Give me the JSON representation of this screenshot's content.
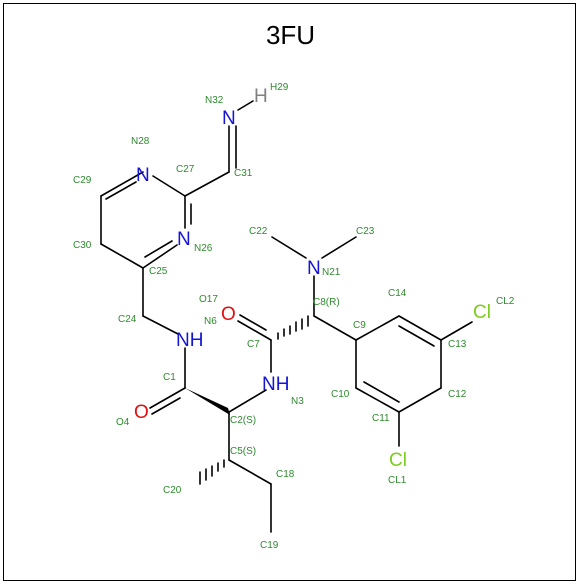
{
  "title": "3FU",
  "colors": {
    "bond": "#000000",
    "label": "#2e8b2e",
    "N": "#1414d4",
    "O": "#e01010",
    "Cl": "#7ccc1e",
    "H": "#808080"
  },
  "element_symbols": [
    {
      "id": "N32",
      "text": "N",
      "element": "N"
    },
    {
      "id": "H29",
      "text": "H",
      "element": "H"
    },
    {
      "id": "N28",
      "text": "N",
      "element": "N"
    },
    {
      "id": "N26",
      "text": "N",
      "element": "N"
    },
    {
      "id": "N21",
      "text": "N",
      "element": "N"
    },
    {
      "id": "O17",
      "text": "O",
      "element": "O"
    },
    {
      "id": "N6",
      "text": "NH",
      "element": "N"
    },
    {
      "id": "N3",
      "text": "NH",
      "element": "N"
    },
    {
      "id": "O4",
      "text": "O",
      "element": "O"
    },
    {
      "id": "CL2",
      "text": "Cl",
      "element": "Cl"
    },
    {
      "id": "CL1",
      "text": "Cl",
      "element": "Cl"
    }
  ],
  "atom_labels": [
    "N32",
    "H29",
    "N28",
    "C27",
    "C31",
    "C29",
    "N26",
    "C30",
    "C25",
    "C22",
    "C23",
    "N21",
    "C14",
    "CL2",
    "C8(R)",
    "O17",
    "N6",
    "C9",
    "C24",
    "C7",
    "C13",
    "C1",
    "N3",
    "C10",
    "C12",
    "O4",
    "C2(S)",
    "C11",
    "C5(S)",
    "C18",
    "C20",
    "CL1",
    "C19"
  ]
}
